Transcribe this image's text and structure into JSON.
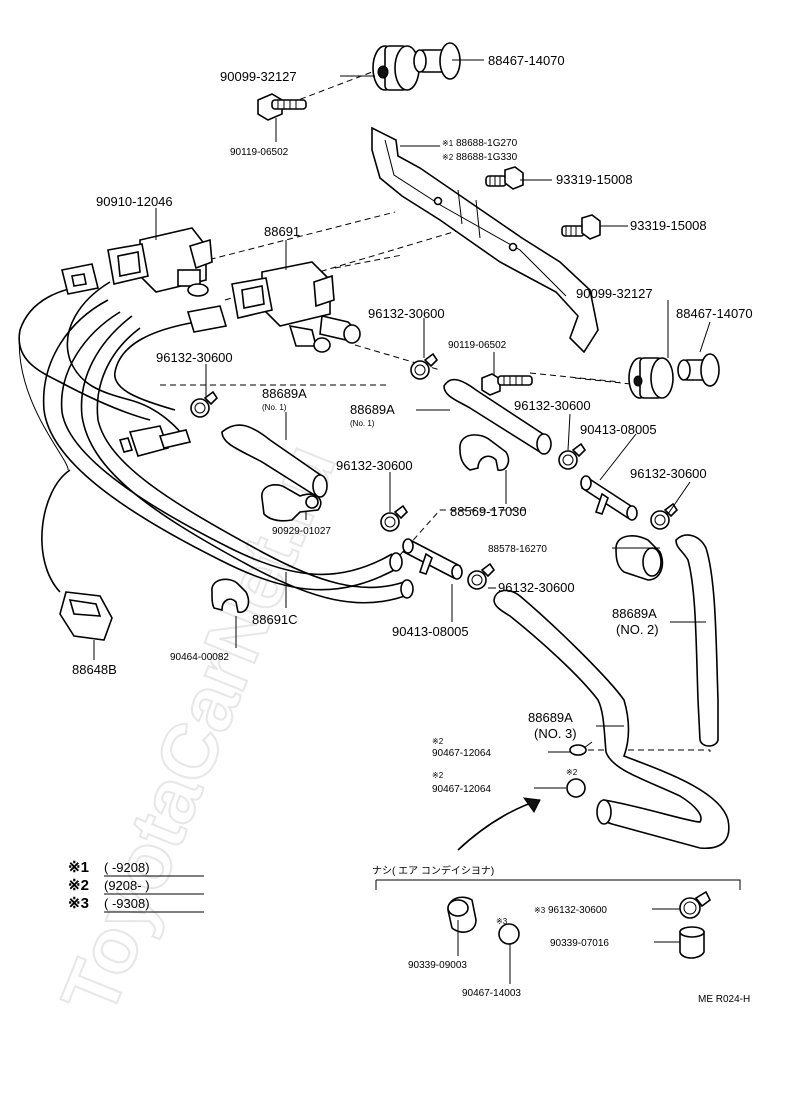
{
  "watermark": "ToyotaCarNet.ru",
  "diagram_code": "ME R024-H",
  "parts": {
    "p1": "88467-14070",
    "p2": "90099-32127",
    "p3": "90119-06502",
    "p4_mark": "※1",
    "p4": "88688-1G270",
    "p5_mark": "※2",
    "p5": "88688-1G330",
    "p6": "93319-15008",
    "p7": "93319-15008",
    "p8": "90910-12046",
    "p9": "88691",
    "p10": "90099-32127",
    "p11": "88467-14070",
    "p12": "96132-30600",
    "p13": "90119-06502",
    "p14": "96132-30600",
    "p15": "88689A",
    "p15_sub": "(No. 1)",
    "p16": "88689A",
    "p16_sub": "(No. 1)",
    "p17": "96132-30600",
    "p18": "90413-08005",
    "p19": "96132-30600",
    "p20": "88569-17030",
    "p21": "96132-30600",
    "p22": "90929-01027",
    "p23": "88578-16270",
    "p24": "96132-30600",
    "p25": "88689A",
    "p25_sub": "(NO. 2)",
    "p26": "88691C",
    "p27": "90413-08005",
    "p28": "90464-00082",
    "p29": "88648B",
    "p30": "88689A",
    "p30_sub": "(NO. 3)",
    "p31_mark": "※2",
    "p31": "90467-12064",
    "p32_mark": "※2",
    "p32": "90467-12064",
    "p33_mark": "※3",
    "p33": "96132-30600",
    "p34": "90339-07016",
    "p35": "90339-09003",
    "p36": "90467-14003"
  },
  "no_ac_group": "ナシ( エア コンデイシヨナ)",
  "legend": [
    {
      "mark": "※1",
      "range": "(      -9208)"
    },
    {
      "mark": "※2",
      "range": "(9208-      )"
    },
    {
      "mark": "※3",
      "range": "(      -9308)"
    }
  ]
}
